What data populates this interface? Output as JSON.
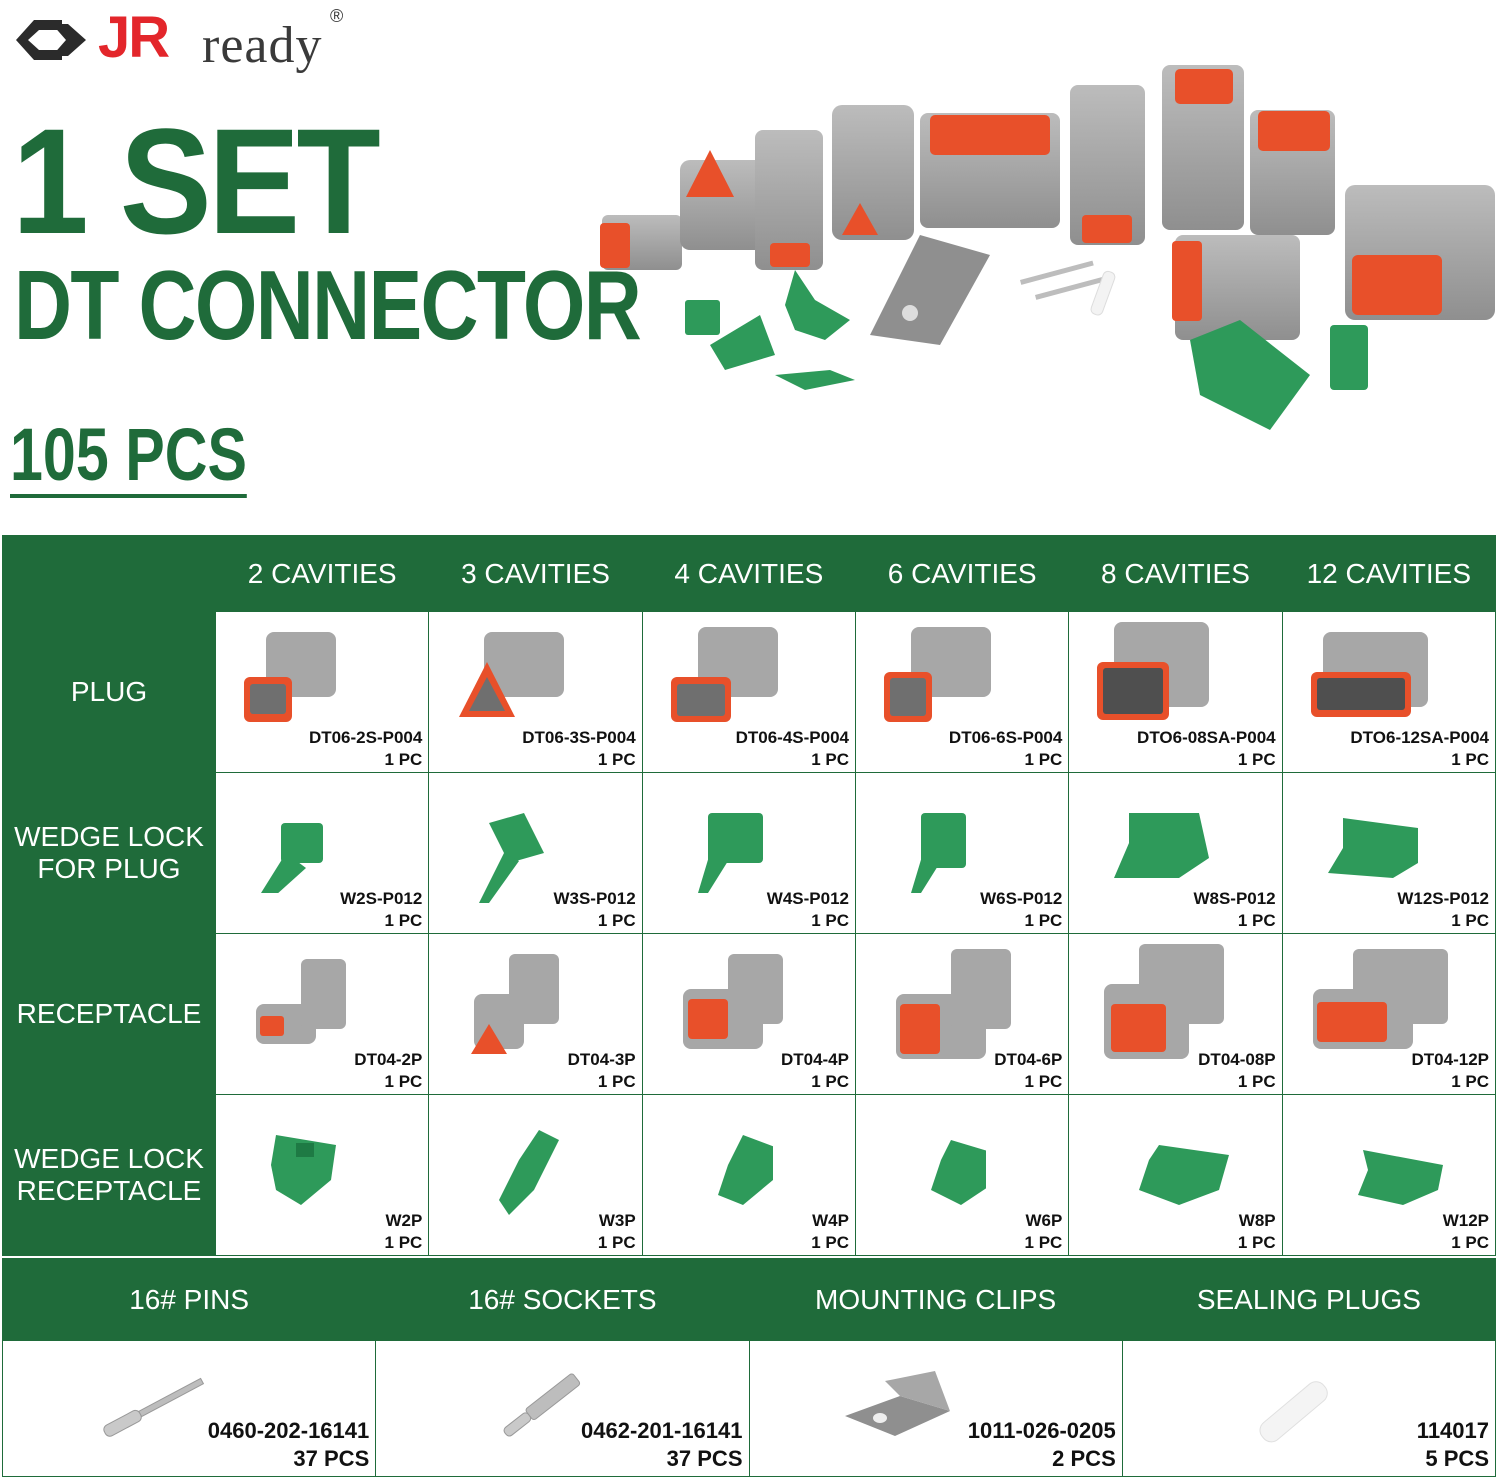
{
  "brand": {
    "name_jr": "JR",
    "name_ready": "ready",
    "registered": "®"
  },
  "title": {
    "line1": "1 SET",
    "line2": "DT CONNECTOR",
    "count": "105 PCS"
  },
  "colors": {
    "brand_green": "#1f6b3a",
    "brand_red": "#e3262b",
    "connector_gray": "#a7a7a7",
    "seal_orange": "#e8502a",
    "wedge_green": "#2e9a5a"
  },
  "grid": {
    "columns": [
      "2 CAVITIES",
      "3 CAVITIES",
      "4 CAVITIES",
      "6 CAVITIES",
      "8 CAVITIES",
      "12 CAVITIES"
    ],
    "rows": [
      {
        "label": "PLUG",
        "items": [
          {
            "part": "DT06-2S-P004",
            "qty": "1 PC"
          },
          {
            "part": "DT06-3S-P004",
            "qty": "1 PC"
          },
          {
            "part": "DT06-4S-P004",
            "qty": "1 PC"
          },
          {
            "part": "DT06-6S-P004",
            "qty": "1 PC"
          },
          {
            "part": "DTO6-08SA-P004",
            "qty": "1 PC"
          },
          {
            "part": "DTO6-12SA-P004",
            "qty": "1 PC"
          }
        ]
      },
      {
        "label_line1": "WEDGE LOCK",
        "label_line2": "FOR PLUG",
        "items": [
          {
            "part": "W2S-P012",
            "qty": "1 PC"
          },
          {
            "part": "W3S-P012",
            "qty": "1 PC"
          },
          {
            "part": "W4S-P012",
            "qty": "1 PC"
          },
          {
            "part": "W6S-P012",
            "qty": "1 PC"
          },
          {
            "part": "W8S-P012",
            "qty": "1 PC"
          },
          {
            "part": "W12S-P012",
            "qty": "1 PC"
          }
        ]
      },
      {
        "label": "RECEPTACLE",
        "items": [
          {
            "part": "DT04-2P",
            "qty": "1 PC"
          },
          {
            "part": "DT04-3P",
            "qty": "1 PC"
          },
          {
            "part": "DT04-4P",
            "qty": "1 PC"
          },
          {
            "part": "DT04-6P",
            "qty": "1 PC"
          },
          {
            "part": "DT04-08P",
            "qty": "1 PC"
          },
          {
            "part": "DT04-12P",
            "qty": "1 PC"
          }
        ]
      },
      {
        "label_line1": "WEDGE LOCK",
        "label_line2": "RECEPTACLE",
        "items": [
          {
            "part": "W2P",
            "qty": "1 PC"
          },
          {
            "part": "W3P",
            "qty": "1 PC"
          },
          {
            "part": "W4P",
            "qty": "1 PC"
          },
          {
            "part": "W6P",
            "qty": "1 PC"
          },
          {
            "part": "W8P",
            "qty": "1 PC"
          },
          {
            "part": "W12P",
            "qty": "1 PC"
          }
        ]
      }
    ]
  },
  "accessories": [
    {
      "label": "16# PINS",
      "part": "0460-202-16141",
      "qty": "37 PCS",
      "icon": "pin-icon"
    },
    {
      "label": "16# SOCKETS",
      "part": "0462-201-16141",
      "qty": "37 PCS",
      "icon": "socket-icon"
    },
    {
      "label": "MOUNTING CLIPS",
      "part": "1011-026-0205",
      "qty": "2 PCS",
      "icon": "clip-icon"
    },
    {
      "label": "SEALING PLUGS",
      "part": "114017",
      "qty": "5 PCS",
      "icon": "sealing-plug-icon"
    }
  ]
}
